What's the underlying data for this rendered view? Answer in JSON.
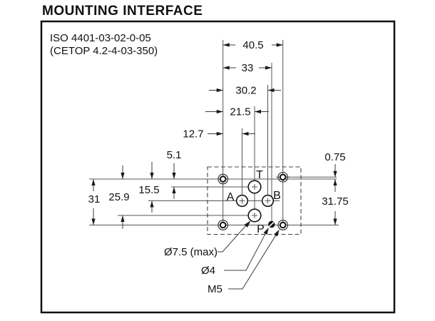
{
  "title": "MOUNTING INTERFACE",
  "spec": {
    "iso": "ISO 4401-03-02-0-05",
    "cetop": "(CETOP 4.2-4-03-350)"
  },
  "dimensions": {
    "horizontal_from_left_bolt": [
      {
        "label": "40.5",
        "measures": "left-bolt-line to right-bolt-line"
      },
      {
        "label": "33",
        "measures": "left-bolt-line to pin-hole"
      },
      {
        "label": "30.2",
        "measures": "left-bolt-line to port-B"
      },
      {
        "label": "21.5",
        "measures": "left-bolt-line to ports-T-P"
      },
      {
        "label": "12.7",
        "measures": "left-bolt-line to port-A"
      }
    ],
    "vertical_from_top_bolt": [
      {
        "label": "5.1",
        "measures": "top-bolt-line to port-T"
      },
      {
        "label": "15.5",
        "measures": "top-bolt-line to ports-A-B"
      },
      {
        "label": "25.9",
        "measures": "top-bolt-line to port-P"
      },
      {
        "label": "31",
        "measures": "top-left-bolt to bottom-left-bolt"
      }
    ],
    "right_side": [
      {
        "label": "0.75",
        "measures": "right-bolt-line vertical offset"
      },
      {
        "label": "31.75",
        "measures": "top-right-bolt to bottom-right-bolt"
      }
    ]
  },
  "ports": [
    {
      "label": "T"
    },
    {
      "label": "A"
    },
    {
      "label": "B"
    },
    {
      "label": "P"
    }
  ],
  "callouts": [
    {
      "label": "Ø7.5 (max)",
      "target": "port-hole-diameter"
    },
    {
      "label": "Ø4",
      "target": "locating-pin-hole"
    },
    {
      "label": "M5",
      "target": "mounting-bolt-thread"
    }
  ],
  "colors": {
    "line": "#3d3d3d",
    "ink": "#111111",
    "background": "#ffffff"
  }
}
